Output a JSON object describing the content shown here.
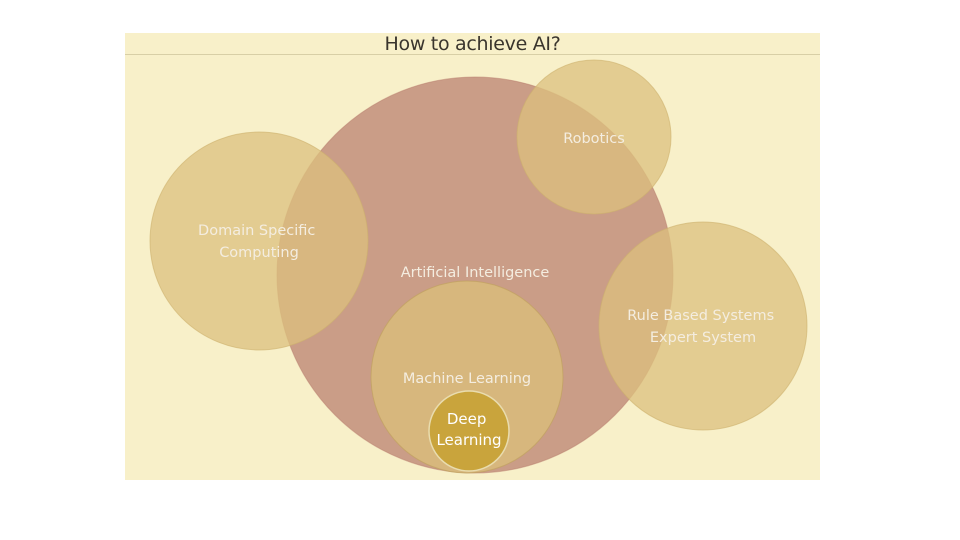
{
  "slide": {
    "title": "How to achieve AI?"
  },
  "diagram": {
    "nodes": {
      "artificial_intelligence": {
        "label": [
          "Artificial Intelligence"
        ]
      },
      "robotics": {
        "label": [
          "Robotics"
        ]
      },
      "domain_specific_computing": {
        "label": [
          "Domain Specific",
          "Computing"
        ]
      },
      "rule_based_systems": {
        "label": [
          "Rule Based Systems",
          "Expert System"
        ]
      },
      "machine_learning": {
        "label": [
          "Machine Learning"
        ]
      },
      "deep_learning": {
        "label": [
          "Deep",
          "Learning"
        ]
      }
    },
    "colors": {
      "background": "#f8f0c9",
      "ai_fill": "#b97d6e",
      "outer_fill": "#dcc07e",
      "ml_fill": "#d9bd7b",
      "dl_fill": "#c9a43c",
      "label_light": "#f4ede0",
      "label_white": "#ffffff"
    }
  }
}
